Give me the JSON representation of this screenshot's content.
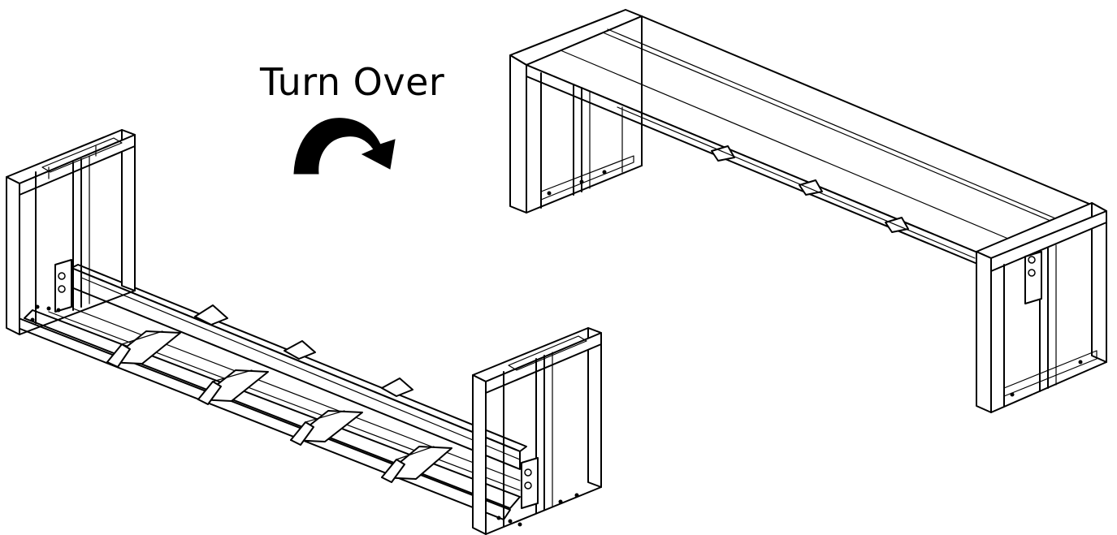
{
  "instruction": {
    "text": "Turn Over",
    "icon": "curved-arrow-icon"
  },
  "illustration": {
    "before": "bench-frame-upside-down",
    "after": "bench-upright"
  }
}
